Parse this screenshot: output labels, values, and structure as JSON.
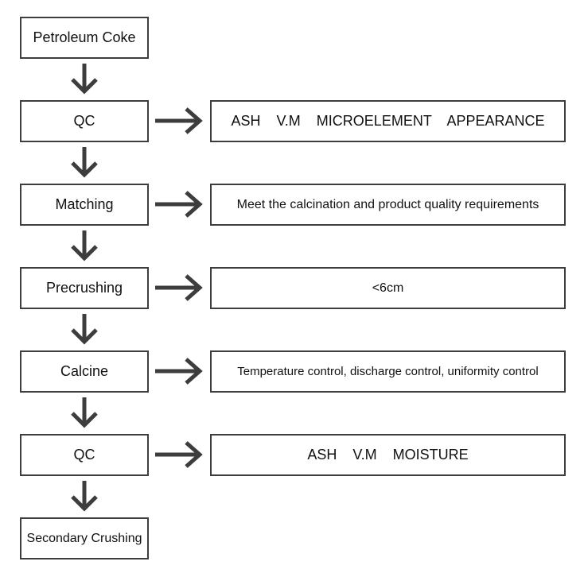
{
  "flowchart": {
    "steps": [
      {
        "label": "Petroleum Coke"
      },
      {
        "label": "QC"
      },
      {
        "label": "Matching"
      },
      {
        "label": "Precrushing"
      },
      {
        "label": "Calcine"
      },
      {
        "label": "QC"
      },
      {
        "label": "Secondary Crushing"
      }
    ],
    "details": [
      {
        "label": "ASH    V.M    MICROELEMENT    APPEARANCE"
      },
      {
        "label": "Meet the calcination and product quality requirements"
      },
      {
        "label": "<6cm"
      },
      {
        "label": "Temperature control, discharge control, uniformity control"
      },
      {
        "label": "ASH    V.M    MOISTURE"
      }
    ],
    "colors": {
      "stroke": "#3d3d3d",
      "text": "#111111",
      "background": "#ffffff"
    }
  }
}
